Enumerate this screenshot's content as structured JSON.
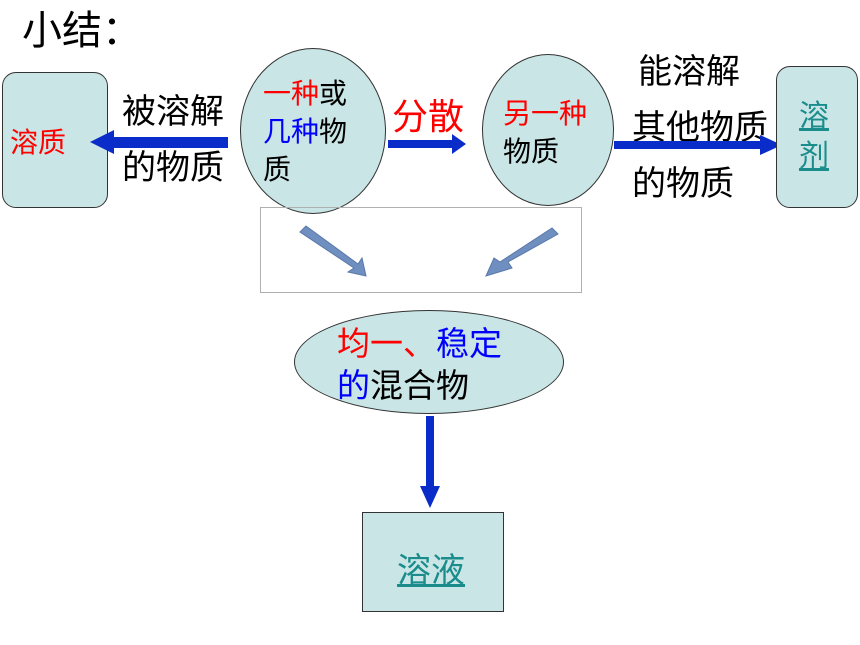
{
  "title": "小结：",
  "solute_box": {
    "label": "溶质"
  },
  "left_label": {
    "line1": "被溶解",
    "line2": "的物质"
  },
  "left_ellipse": {
    "part1": "一种",
    "part2": "或",
    "part3": "几种",
    "part4": "物",
    "part5": "质"
  },
  "disperse_label": "分散",
  "right_ellipse": {
    "line1": "另一种",
    "line2": "物质"
  },
  "right_label": {
    "line1": "能溶解",
    "line2": "其他物质",
    "line3": "的物质"
  },
  "solvent_box": {
    "line1": "溶",
    "line2": "剂"
  },
  "center_ellipse": {
    "part1": "均一、",
    "part2": "稳定",
    "part3": "的",
    "part4": "混合物"
  },
  "solution_box": {
    "label": "溶液"
  },
  "colors": {
    "fill": "#c9e5e5",
    "red": "#ff0000",
    "blue": "#0000ff",
    "link": "#1a8c8c",
    "arrow_blue": "#0a2cc8",
    "arrow_steel": "#6f8fc0"
  }
}
